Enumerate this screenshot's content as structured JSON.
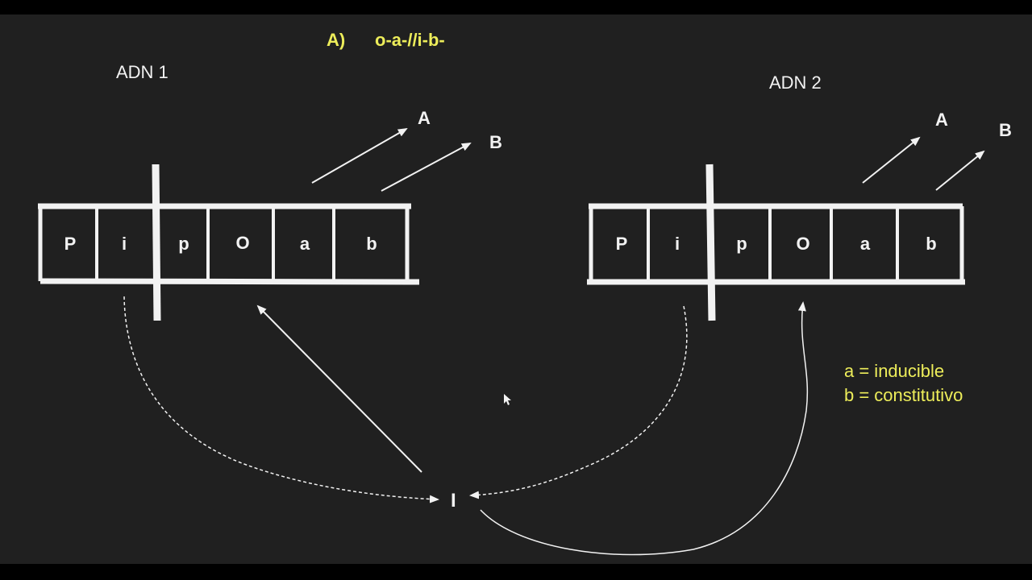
{
  "header": {
    "label": "A)",
    "genotype": "o-a-//i-b-"
  },
  "dna1": {
    "label": "ADN 1",
    "cells": [
      "P",
      "i",
      "p",
      "O",
      "a",
      "b"
    ],
    "products": [
      "A",
      "B"
    ]
  },
  "dna2": {
    "label": "ADN 2",
    "cells": [
      "P",
      "i",
      "p",
      "O",
      "a",
      "b"
    ],
    "products": [
      "A",
      "B"
    ]
  },
  "repressor": "I",
  "legend": {
    "line1": "a = inducible",
    "line2": "b = constitutivo"
  },
  "colors": {
    "background": "#202020",
    "highlight": "#eded5a",
    "line": "#f2f2f2"
  }
}
